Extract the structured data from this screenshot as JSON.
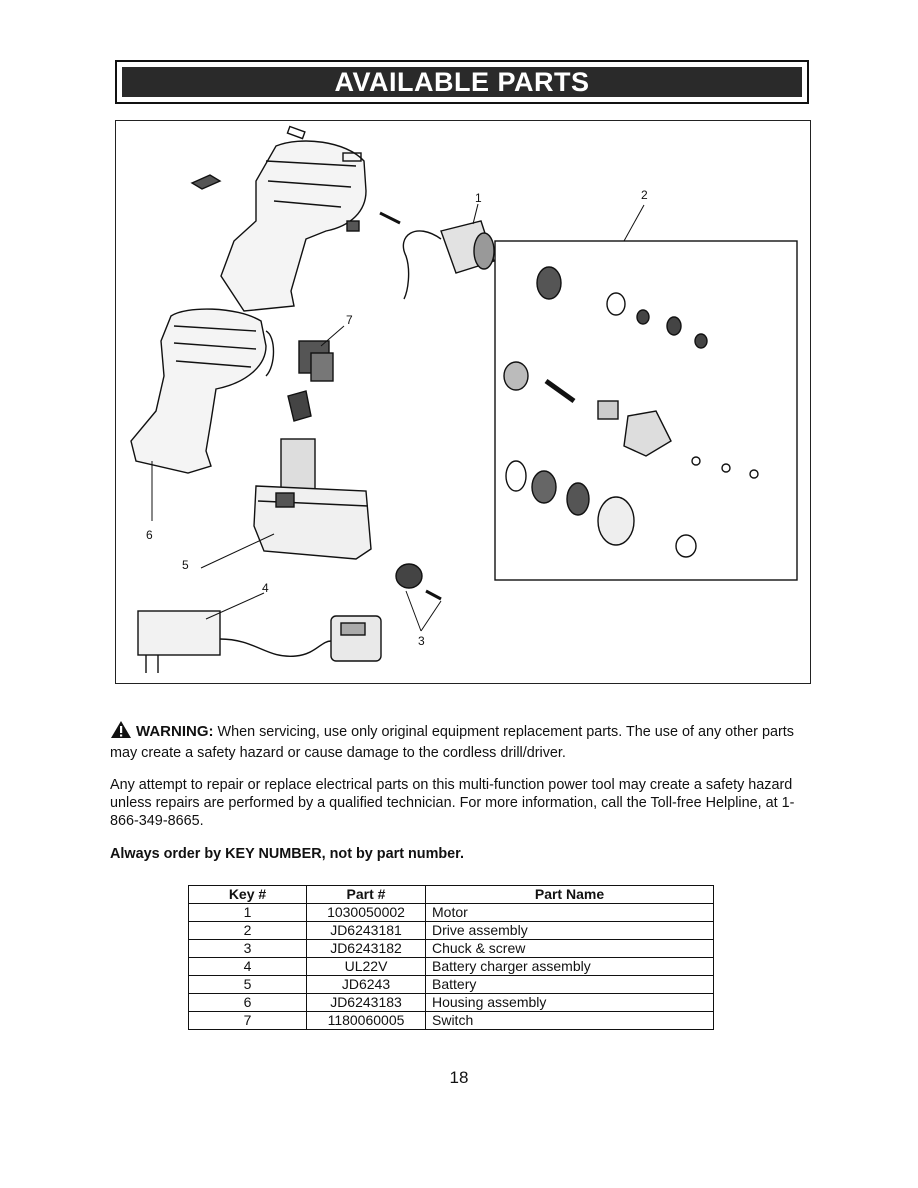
{
  "header": {
    "title": "AVAILABLE PARTS"
  },
  "diagram": {
    "callouts": [
      {
        "key": "1",
        "label": "1"
      },
      {
        "key": "2",
        "label": "2"
      },
      {
        "key": "3",
        "label": "3"
      },
      {
        "key": "4",
        "label": "4"
      },
      {
        "key": "5",
        "label": "5"
      },
      {
        "key": "6",
        "label": "6"
      },
      {
        "key": "7",
        "label": "7"
      }
    ]
  },
  "warning": {
    "label": "WARNING:",
    "text": "When servicing, use only original equipment replacement parts. The use of any other parts may create a safety hazard or cause damage to the cordless drill/driver."
  },
  "info_text": "Any attempt to repair or replace electrical parts on this multi-function power tool may create a safety hazard unless repairs are performed by a qualified technician. For more information, call the Toll-free Helpline, at 1-866-349-8665.",
  "order_note": "Always order by KEY NUMBER, not by part number.",
  "parts_table": {
    "headers": [
      "Key #",
      "Part #",
      "Part Name"
    ],
    "rows": [
      [
        "1",
        "1030050002",
        "Motor"
      ],
      [
        "2",
        "JD6243181",
        "Drive assembly"
      ],
      [
        "3",
        "JD6243182",
        "Chuck & screw"
      ],
      [
        "4",
        "UL22V",
        "Battery charger assembly"
      ],
      [
        "5",
        "JD6243",
        "Battery"
      ],
      [
        "6",
        "JD6243183",
        "Housing assembly"
      ],
      [
        "7",
        "1180060005",
        "Switch"
      ]
    ]
  },
  "page_number": "18"
}
